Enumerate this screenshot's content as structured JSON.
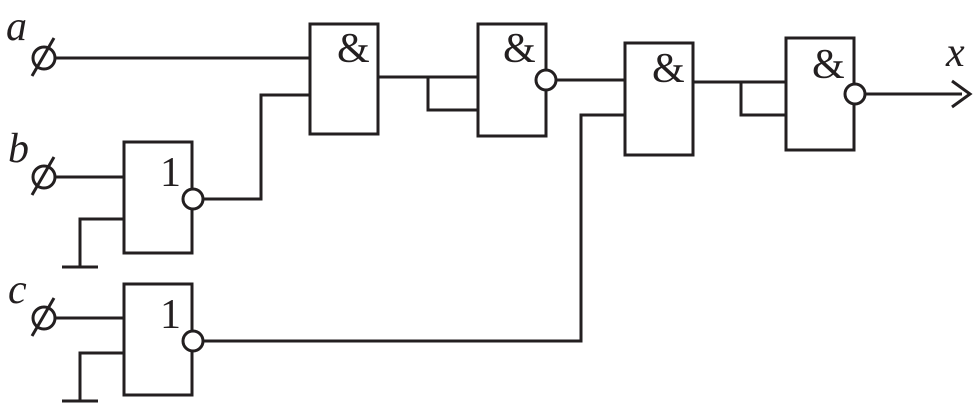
{
  "inputs": {
    "a": "a",
    "b": "b",
    "c": "c"
  },
  "output": {
    "x": "x"
  },
  "gates": {
    "not_b": "1",
    "not_c": "1",
    "and_1": "&",
    "nand_2": "&",
    "and_3": "&",
    "nand_4": "&"
  },
  "colors": {
    "ink": "#231f20",
    "background": "#ffffff"
  }
}
